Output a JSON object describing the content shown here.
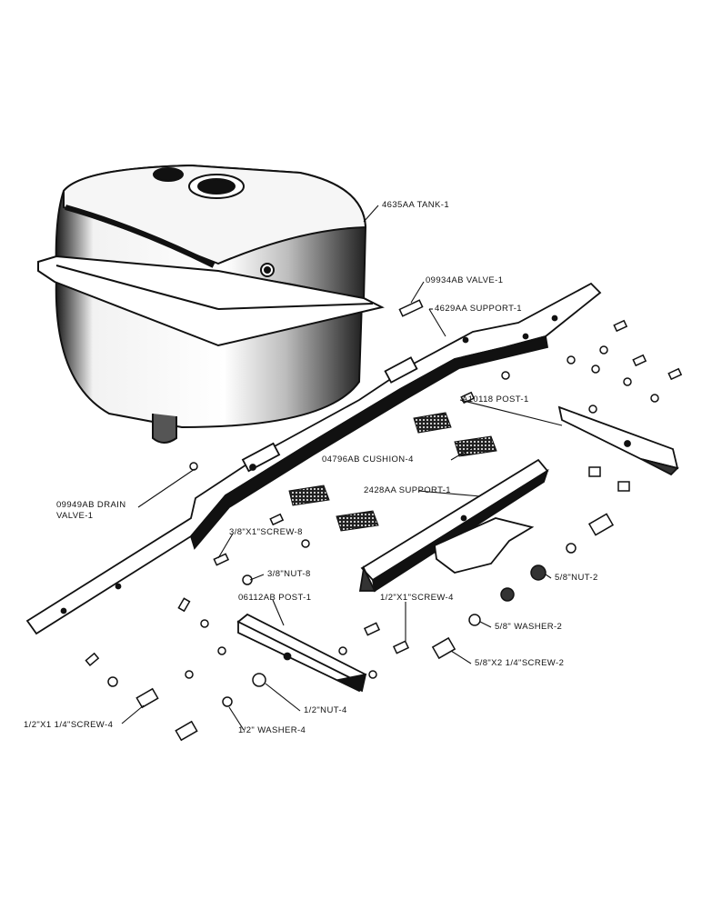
{
  "diagram": {
    "labels": {
      "tank": "4635AA TANK-1",
      "valve": "09934AB VALVE-1",
      "support_main": "4629AA SUPPORT-1",
      "post_right": "A10118 POST-1",
      "cushion": "04796AB CUSHION-4",
      "drain_valve_line1": "09949AB DRAIN",
      "drain_valve_line2": "VALVE-1",
      "support_small": "2428AA SUPPORT-1",
      "screw_3_8": "3/8\"X1\"SCREW-8",
      "nut_3_8": "3/8\"NUT-8",
      "nut_5_8": "5/8\"NUT-2",
      "post_left": "06112AB POST-1",
      "screw_1_2_x1": "1/2\"X1\"SCREW-4",
      "washer_5_8": "5/8\" WASHER-2",
      "screw_5_8": "5/8\"X2 1/4\"SCREW-2",
      "nut_1_2": "1/2\"NUT-4",
      "screw_1_2_x114": "1/2\"X1 1/4\"SCREW-4",
      "washer_1_2": "1/2\" WASHER-4"
    },
    "colors": {
      "ink": "#111111",
      "paper": "#ffffff",
      "shade": "#555555"
    }
  }
}
